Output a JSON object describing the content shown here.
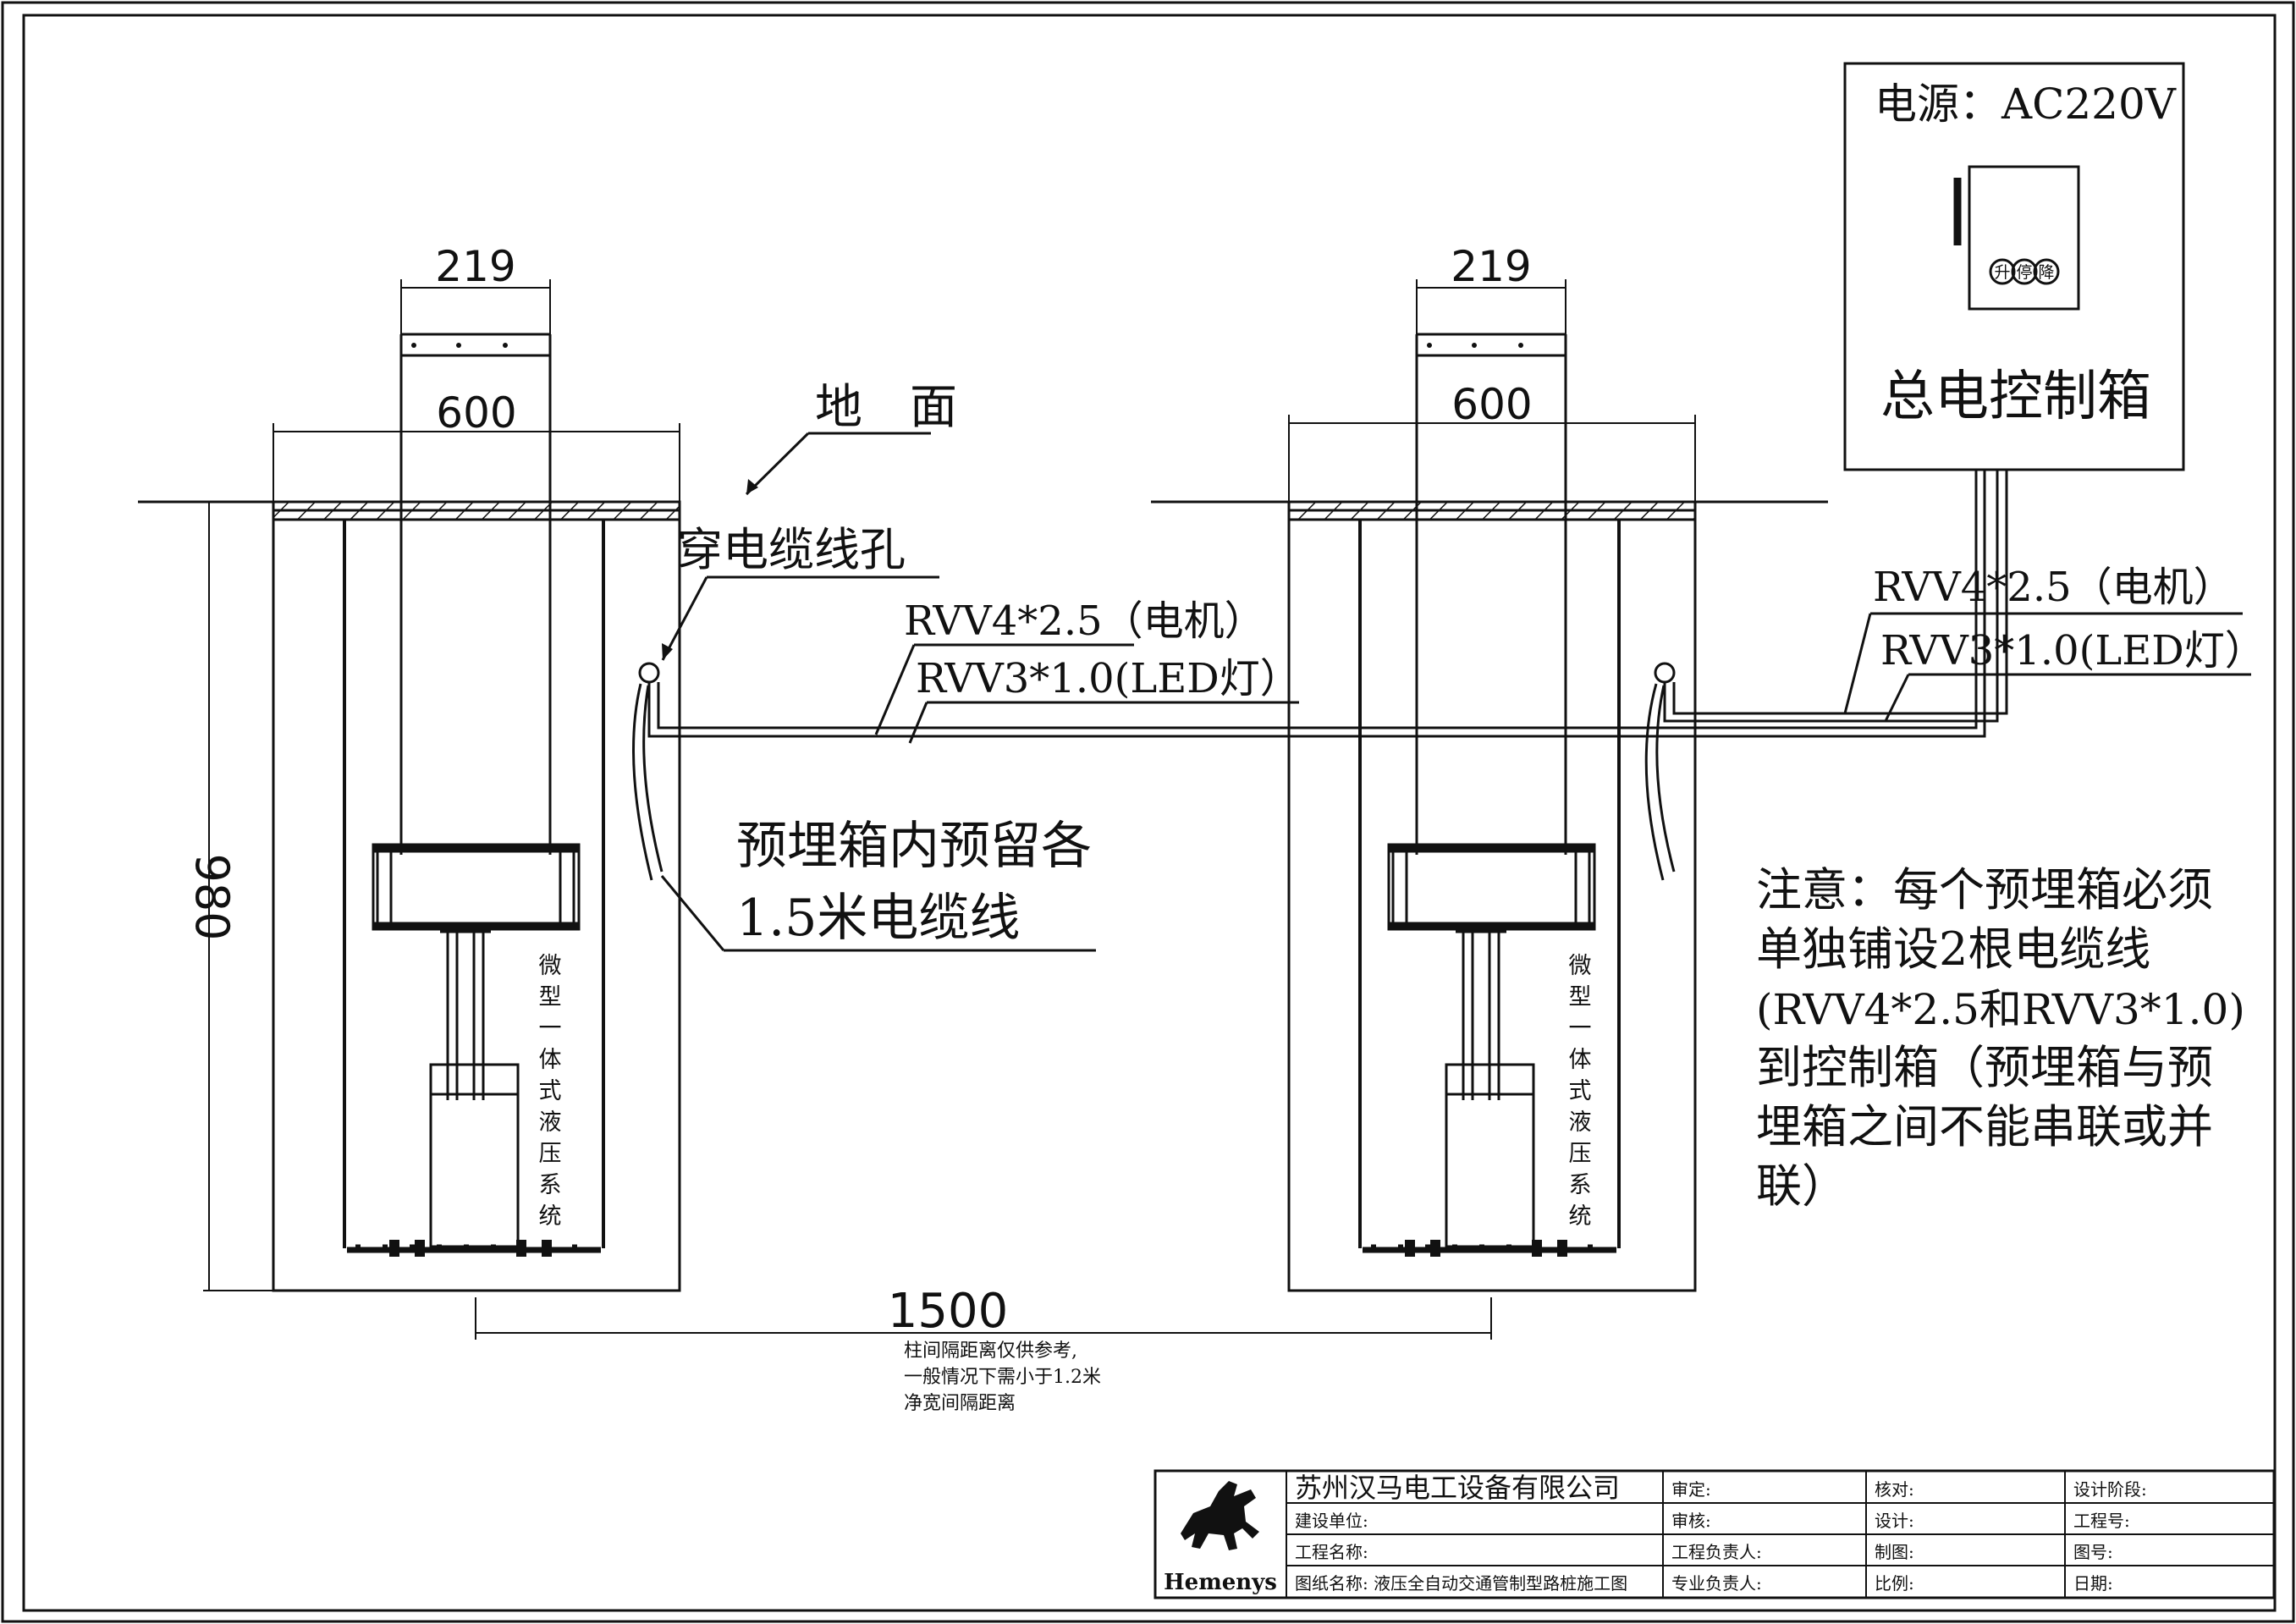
{
  "dimensions": {
    "rod_width": "219",
    "pit_width": "600",
    "pit_depth": "980",
    "spacing": "1500"
  },
  "labels": {
    "ground": "地　面",
    "cable_hole": "穿电缆线孔",
    "cable_motor": "RVV4*2.5（电机）",
    "cable_led": "RVV3*1.0(LED灯）",
    "reserve_line1": "预埋箱内预留各",
    "reserve_line2": "1.5米电缆线",
    "hydraulic": [
      "微",
      "型",
      "一",
      "体",
      "式",
      "液",
      "压",
      "系",
      "统"
    ],
    "spacing_note": [
      "柱间隔距离仅供参考,",
      "一般情况下需小于1.2米",
      "净宽间隔距离"
    ]
  },
  "control_box": {
    "power": "电源：AC220V",
    "title": "总电控制箱",
    "buttons": [
      "升",
      "停",
      "降"
    ]
  },
  "note": {
    "lines": [
      "注意：每个预埋箱必须",
      "单独铺设2根电缆线",
      "(RVV4*2.5和RVV3*1.0)",
      "到控制箱（预埋箱与预",
      "埋箱之间不能串联或并",
      "联）"
    ]
  },
  "title_block": {
    "logo_text": "Hemenys",
    "company": "苏州汉马电工设备有限公司",
    "rows": [
      [
        "",
        "审定:",
        "核对:",
        "设计阶段:"
      ],
      [
        "建设单位:",
        "审核:",
        "设计:",
        "工程号:"
      ],
      [
        "工程名称:",
        "工程负责人:",
        "制图:",
        "图号:"
      ],
      [
        "图纸名称:  液压全自动交通管制型路桩施工图",
        "专业负责人:",
        "比例:",
        "日期:"
      ]
    ]
  }
}
